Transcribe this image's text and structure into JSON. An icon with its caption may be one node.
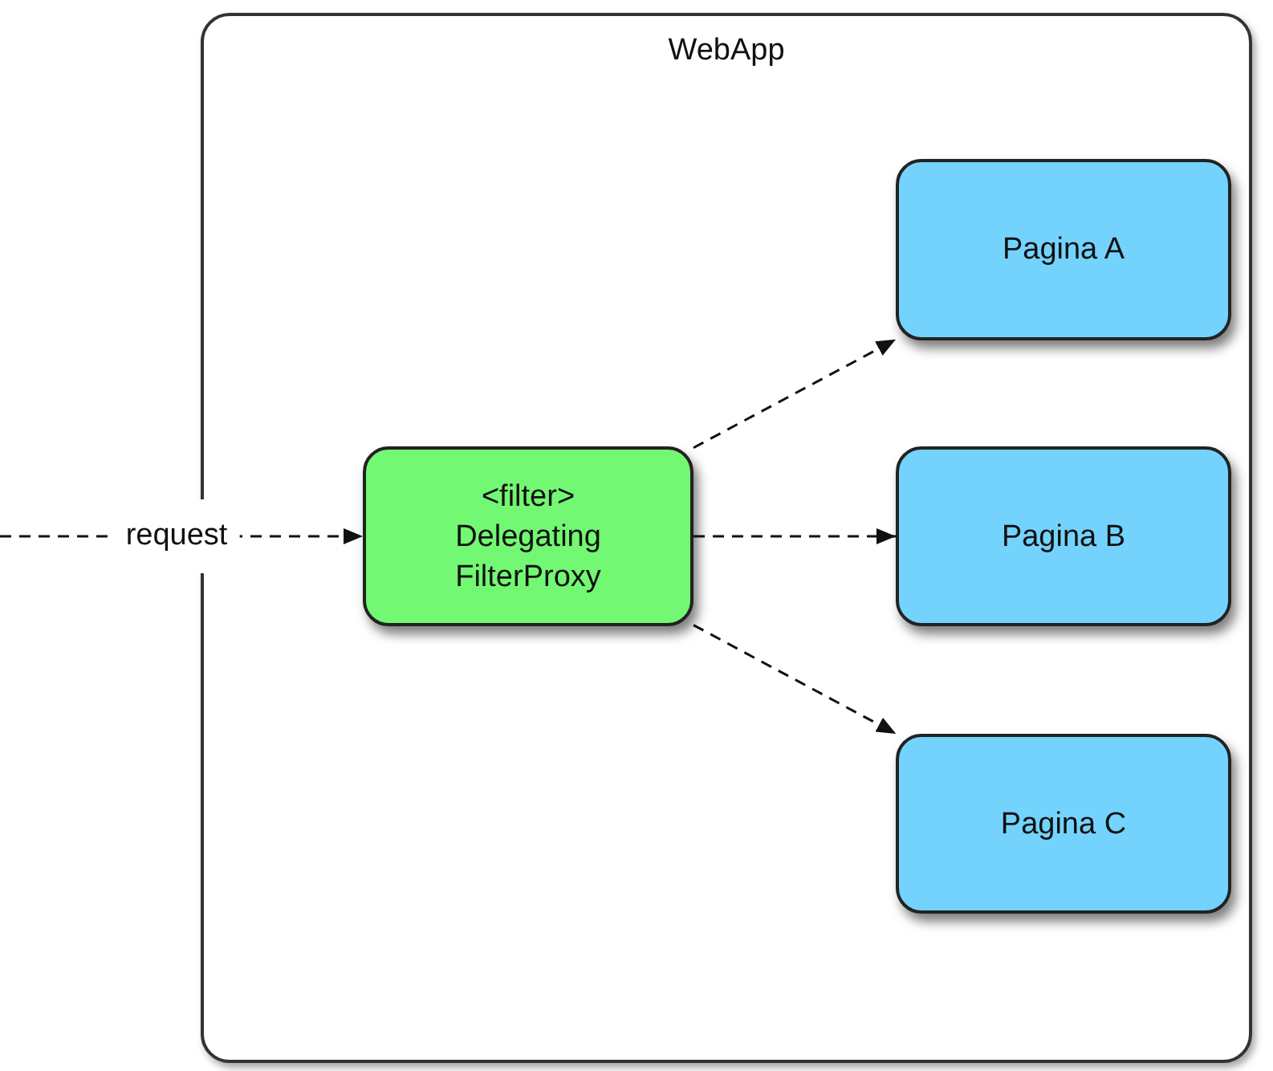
{
  "diagram": {
    "nodes": [
      {
        "text": [
          "WebApp"
        ]
      },
      {
        "text": [
          "<filter>",
          "Delegating FilterProxy"
        ],
        "in": 0
      },
      {
        "text": [
          "Pagina A"
        ],
        "in": 0
      },
      {
        "text": [
          "Pagina B"
        ],
        "in": 0
      },
      {
        "text": [
          "Pagina C"
        ],
        "in": 0
      }
    ],
    "edges": [
      {
        "from": null,
        "to": 1,
        "arrow": "to",
        "label": "request",
        "style": "dashed"
      },
      {
        "from": 1,
        "to": 2,
        "arrow": "to",
        "style": "dashed"
      },
      {
        "from": 1,
        "to": 3,
        "arrow": "to",
        "style": "dashed"
      },
      {
        "from": 1,
        "to": 4,
        "arrow": "to",
        "style": "dashed"
      }
    ]
  }
}
